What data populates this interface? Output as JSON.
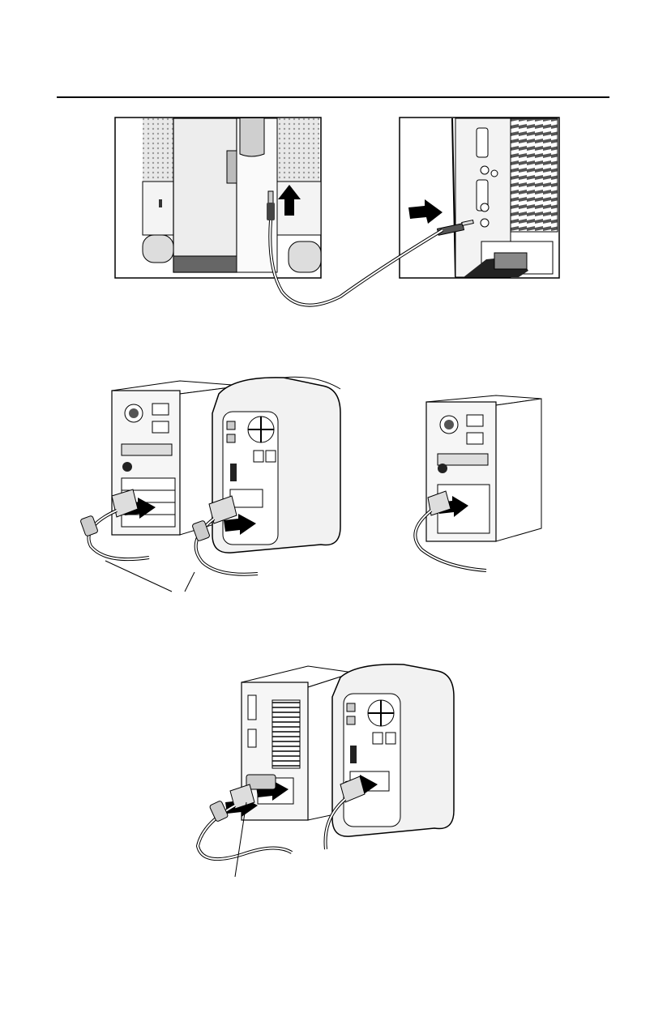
{
  "page": {
    "background": "#ffffff",
    "ink": "#000000",
    "text_blocks": []
  },
  "figures": [
    {
      "id": "figure-audio-cable-connection",
      "icon": "audio-cable-illustration"
    },
    {
      "id": "figure-video-cable-two-computers",
      "icon": "signal-cable-illustration"
    },
    {
      "id": "figure-video-cable-single-computer",
      "icon": "signal-cable-illustration"
    },
    {
      "id": "figure-video-cable-with-adapter",
      "icon": "adapter-cable-illustration"
    }
  ]
}
